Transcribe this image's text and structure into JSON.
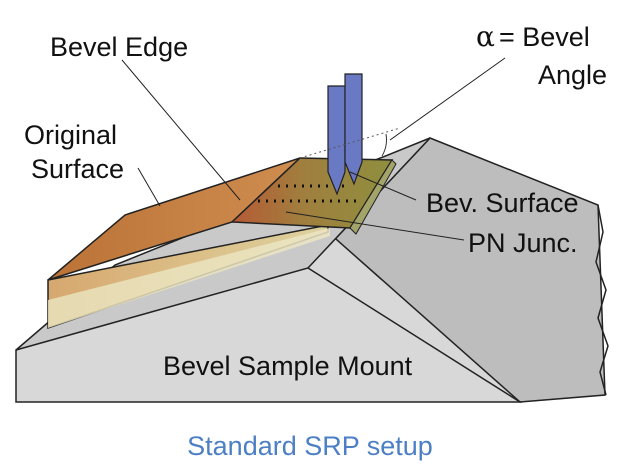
{
  "labels": {
    "bevel_edge": "Bevel Edge",
    "alpha_symbol": "α",
    "equals_bevel": "= Bevel",
    "angle": "Angle",
    "original": "Original",
    "surface": "Surface",
    "bev_surface": "Bev. Surface",
    "pn_junc": "PN Junc.",
    "mount": "Bevel Sample Mount"
  },
  "caption": "Standard SRP setup",
  "colors": {
    "mount_top": "#c9c9c9",
    "mount_front": "#d9d9d9",
    "sample_top": "#c37e45",
    "bevel_surface": "#9a8a3a",
    "probe": "#6a79c4",
    "caption": "#4d7fc4"
  }
}
